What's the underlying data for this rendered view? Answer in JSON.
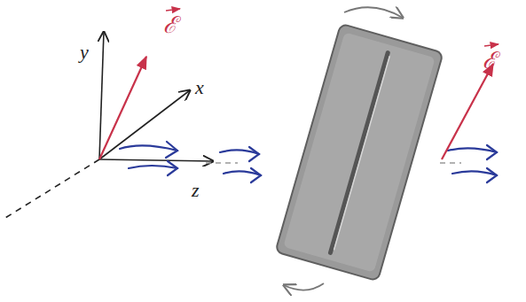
{
  "diagram": {
    "labels": [
      "y",
      "ℰ",
      "x",
      "z",
      "ℰ"
    ]
  }
}
